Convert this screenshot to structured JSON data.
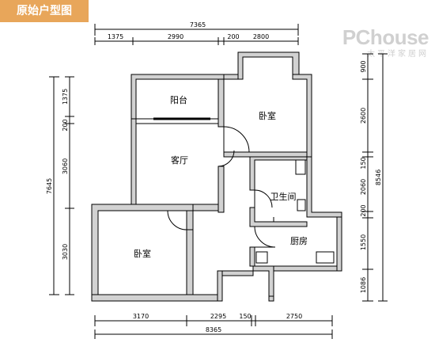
{
  "title": "原始户型图",
  "watermark": {
    "brand": "PChouse",
    "tagline": "太平洋家居网"
  },
  "colors": {
    "title_bg": "#e8a65a",
    "wall": "#cfcfcf",
    "line": "#000000"
  },
  "dimensions": {
    "top_total": "7365",
    "top_segments": [
      "1375",
      "2990",
      "200",
      "2800"
    ],
    "bottom_total": "8365",
    "bottom_segments": [
      "3170",
      "2295",
      "150",
      "2750"
    ],
    "left_total": "7645",
    "left_segments": [
      "1375",
      "200",
      "3060",
      "3030"
    ],
    "right_total": "8546",
    "right_segments": [
      "900",
      "2600",
      "150",
      "2060",
      "200",
      "1550",
      "1086"
    ]
  },
  "rooms": {
    "balcony": "阳台",
    "bedroom_top": "卧室",
    "living": "客厅",
    "bathroom": "卫生间",
    "kitchen": "厨房",
    "bedroom_bottom": "卧室"
  }
}
